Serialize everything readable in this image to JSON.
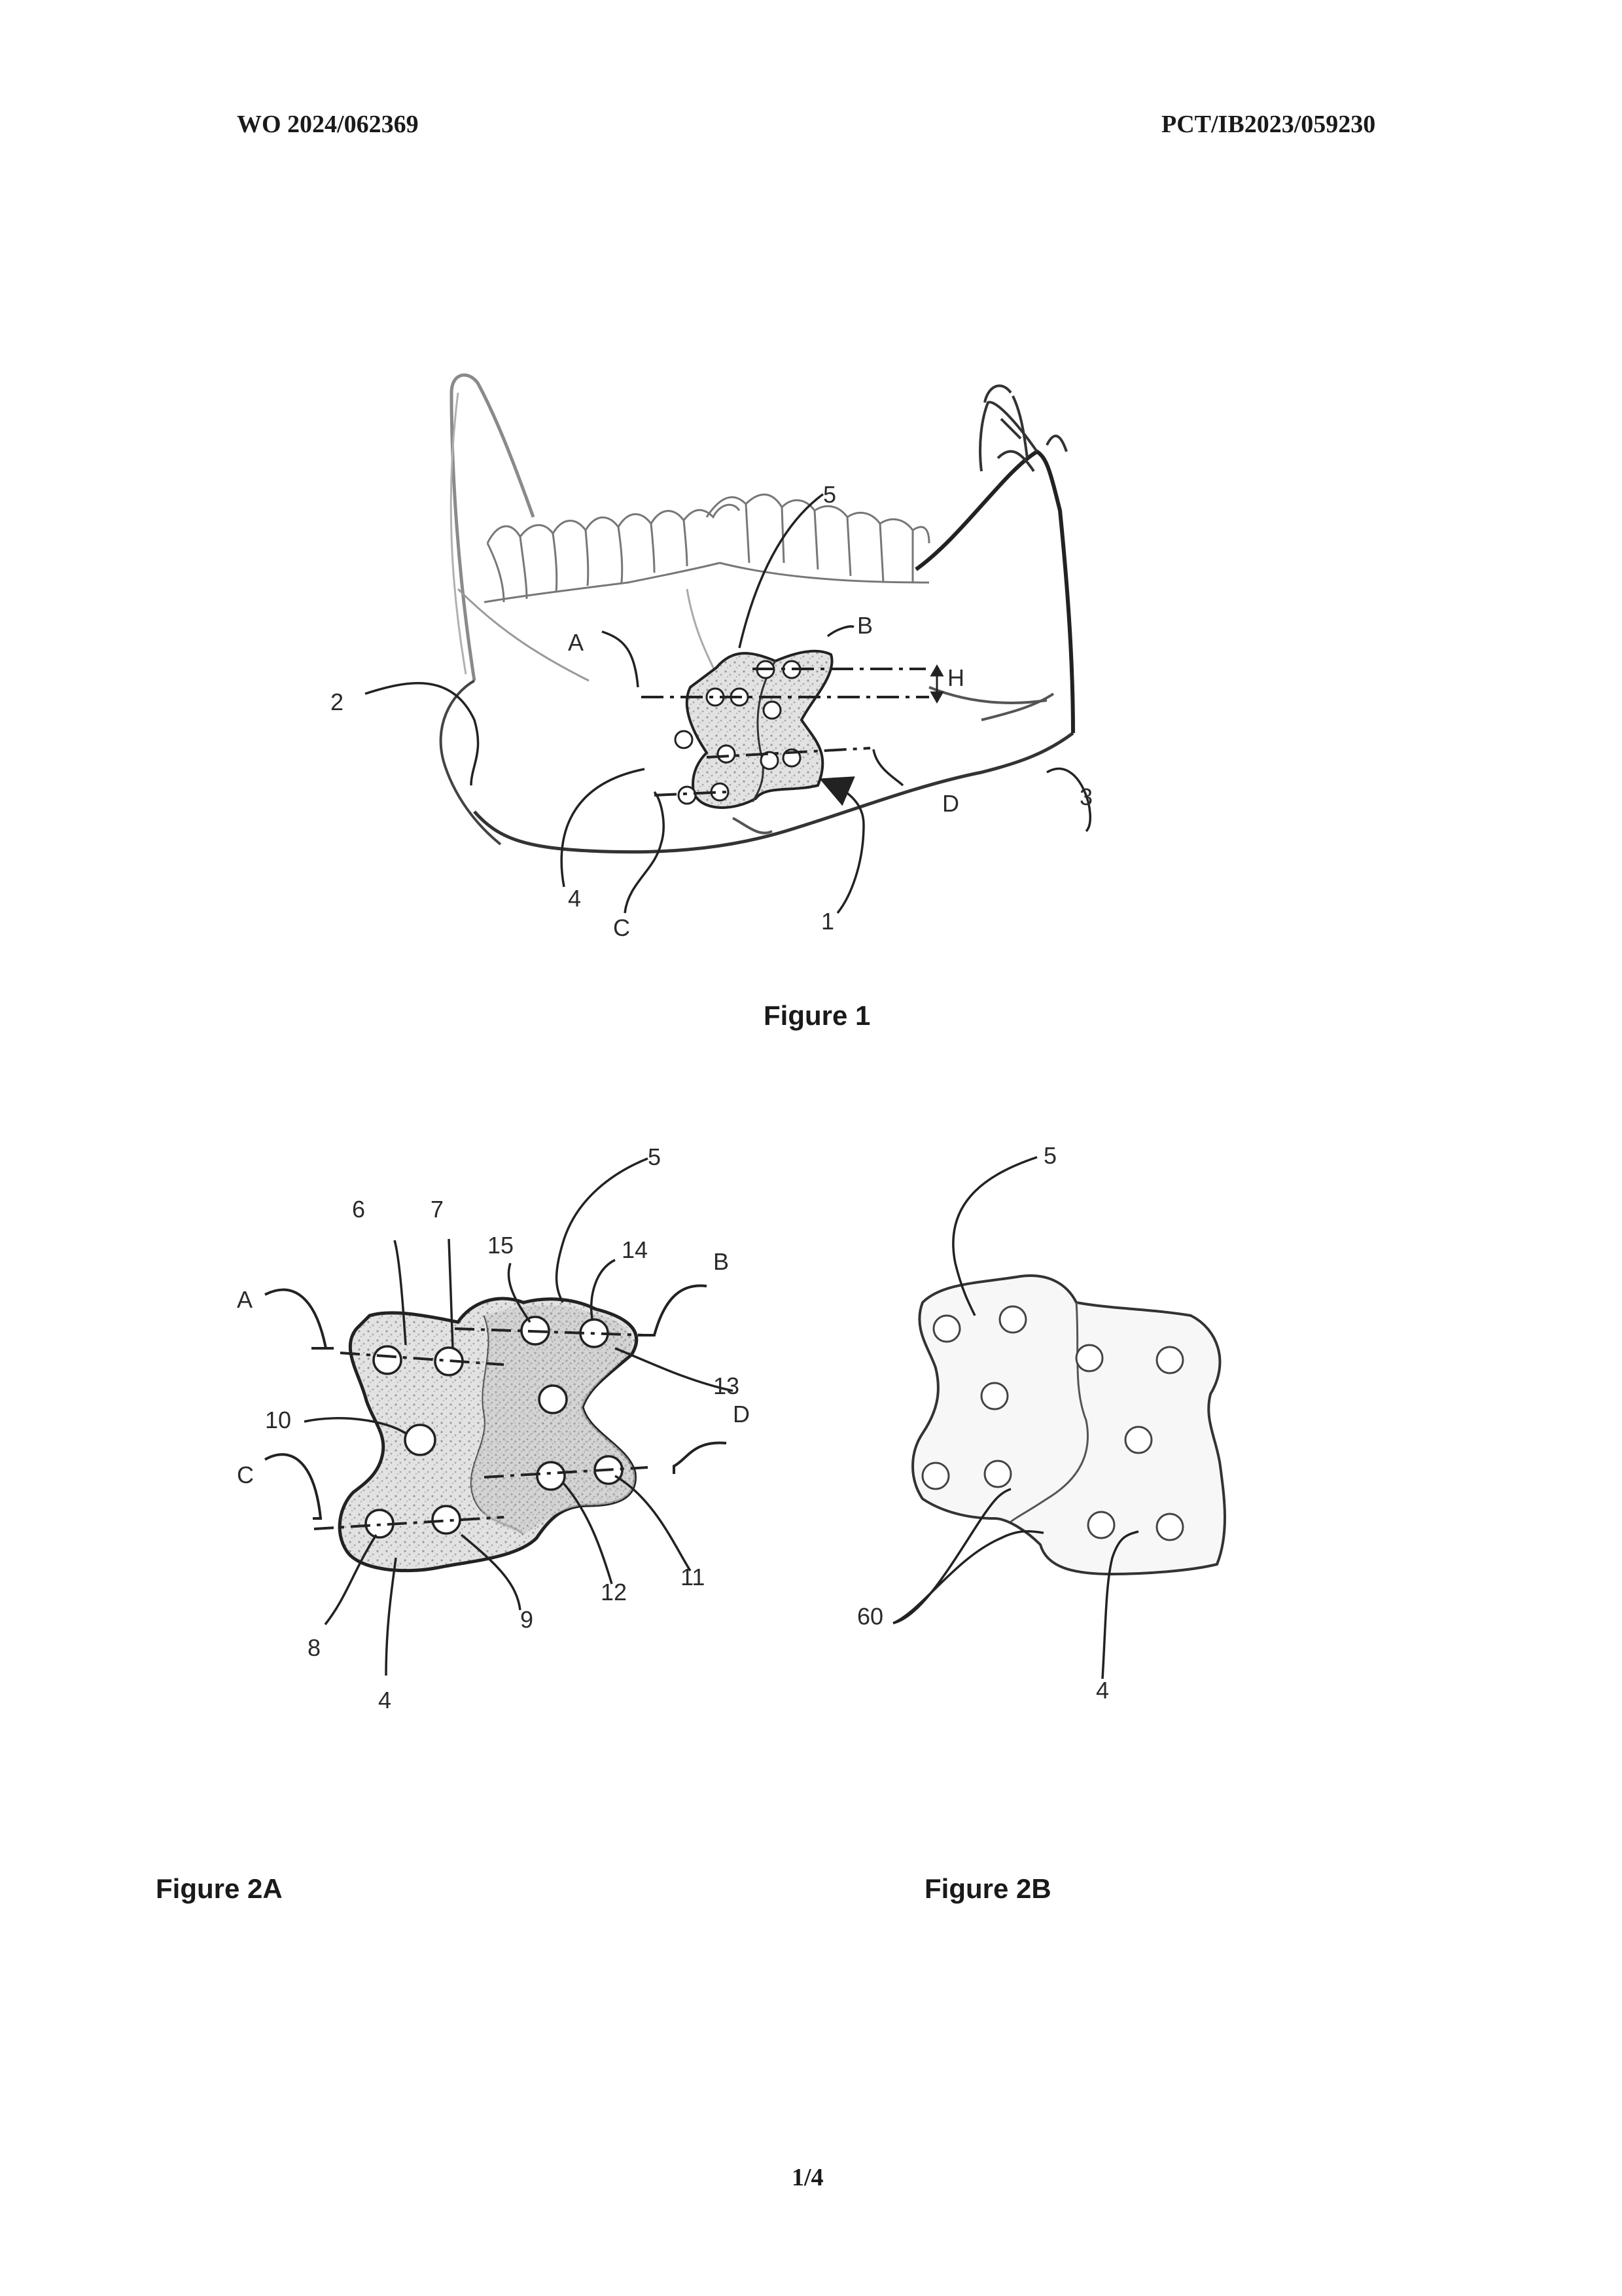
{
  "header": {
    "publication_number": "WO 2024/062369",
    "application_number": "PCT/IB2023/059230"
  },
  "figure1": {
    "caption": "Figure 1",
    "labels": {
      "n1": "1",
      "n2": "2",
      "n3": "3",
      "n4": "4",
      "n5": "5",
      "A": "A",
      "B": "B",
      "C": "C",
      "D": "D",
      "H": "H"
    }
  },
  "figure2a": {
    "caption": "Figure 2A",
    "labels": {
      "n4": "4",
      "n5": "5",
      "n6": "6",
      "n7": "7",
      "n8": "8",
      "n9": "9",
      "n10": "10",
      "n11": "11",
      "n12": "12",
      "n13": "13",
      "n14": "14",
      "n15": "15",
      "A": "A",
      "B": "B",
      "C": "C",
      "D": "D"
    }
  },
  "figure2b": {
    "caption": "Figure 2B",
    "labels": {
      "n4": "4",
      "n5": "5",
      "n60": "60"
    }
  },
  "footer": {
    "page": "1/4"
  }
}
